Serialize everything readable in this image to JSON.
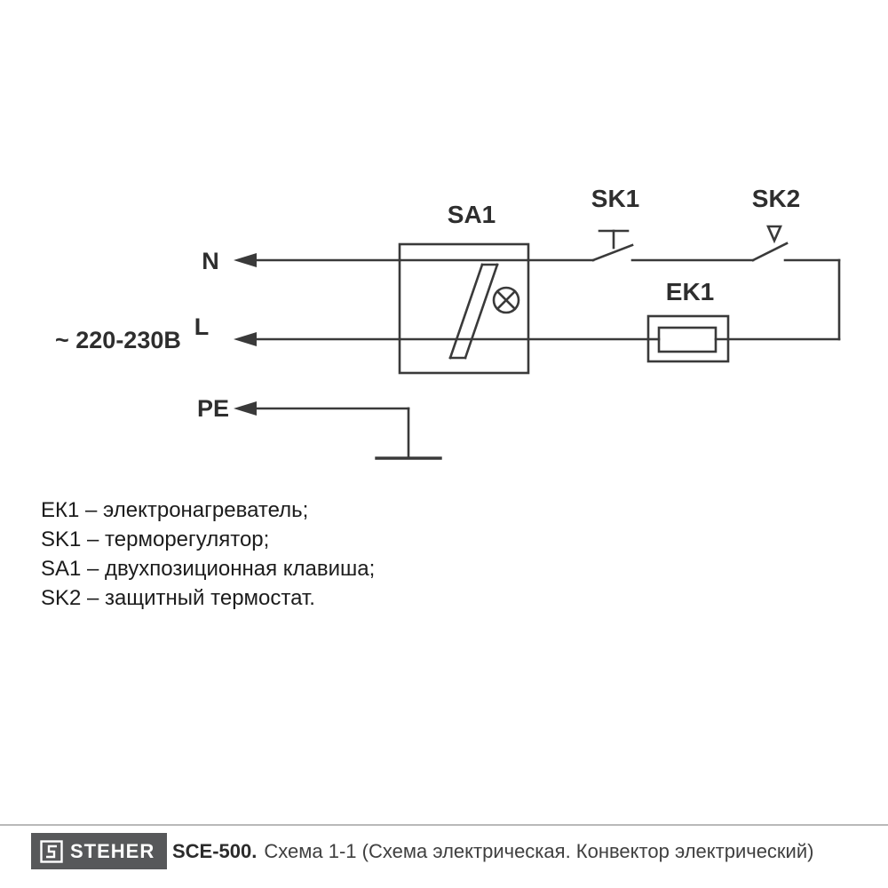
{
  "diagram": {
    "labels": {
      "sa1": "SA1",
      "sk1": "SK1",
      "sk2": "SK2",
      "ek1": "EK1",
      "n": "N",
      "l": "L",
      "pe": "PE",
      "voltage": "~ 220-230В"
    },
    "stroke_color": "#3a3a3a"
  },
  "legend": {
    "items": [
      "ЕК1 – электронагреватель;",
      "SK1 – терморегулятор;",
      "SA1 – двухпозиционная клавиша;",
      "SK2 – защитный термостат."
    ]
  },
  "footer": {
    "brand": "STEHER",
    "model": "SCE-500.",
    "caption": "Схема 1-1 (Схема электрическая. Конвектор электрический)"
  }
}
